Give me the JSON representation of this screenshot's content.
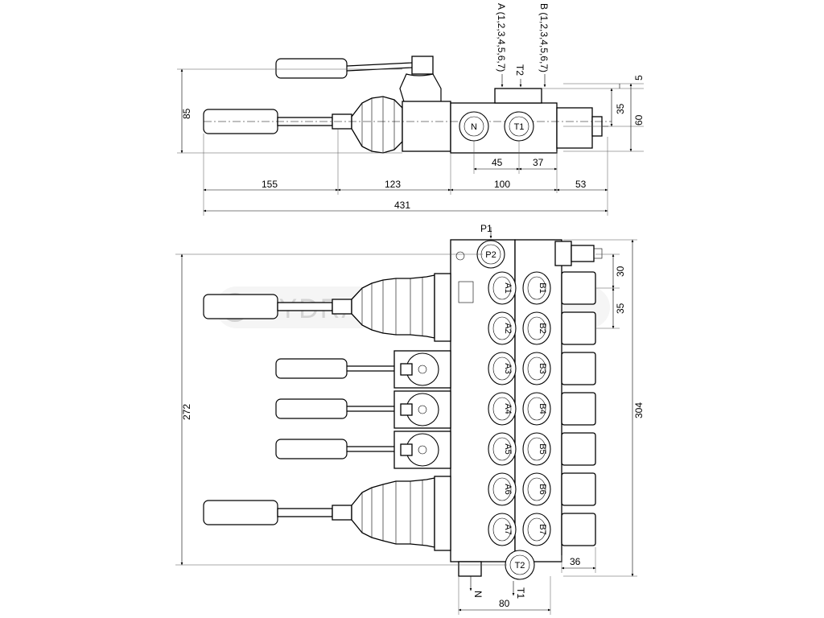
{
  "top_view": {
    "label_A": "A (1,2,3,4,5,6,7)",
    "label_B": "B (1,2,3,4,5,6,7)",
    "label_T2": "T2",
    "port_N": "N",
    "port_T1": "T1",
    "dims": {
      "h85": "85",
      "h5": "5",
      "h35": "35",
      "h60": "60",
      "w45": "45",
      "w37": "37",
      "w155": "155",
      "w123": "123",
      "w100": "100",
      "w53": "53",
      "w431": "431"
    }
  },
  "front_view": {
    "label_P1": "P1",
    "port_P2": "P2",
    "port_T2": "T2",
    "label_N": "N",
    "label_T1": "T1",
    "ports_A": [
      "A1",
      "A2",
      "A3",
      "A4",
      "A5",
      "A6",
      "A7"
    ],
    "ports_B": [
      "B1",
      "B2",
      "B3",
      "B4",
      "B5",
      "B6",
      "B7"
    ],
    "dims": {
      "h272": "272",
      "h304": "304",
      "h30": "30",
      "h35": "35",
      "w36": "36",
      "w80": "80"
    }
  },
  "watermark": "HYDRAULIKMEC"
}
